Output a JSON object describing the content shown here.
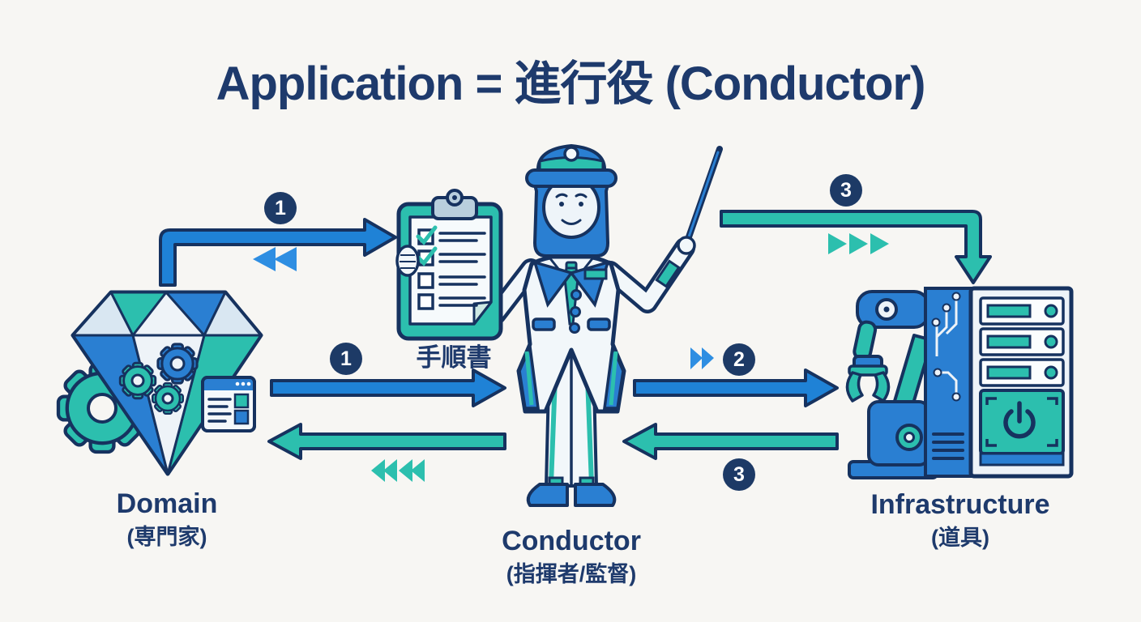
{
  "title": "Application = 進行役 (Conductor)",
  "nodes": {
    "domain": {
      "label": "Domain",
      "sublabel": "(専門家)",
      "icon": "gem-gears-icon"
    },
    "manual": {
      "label": "手順書",
      "icon": "clipboard-checklist-icon"
    },
    "conductor": {
      "label": "Conductor",
      "sublabel": "(指揮者/監督)",
      "icon": "conductor-person-icon"
    },
    "infrastructure": {
      "label": "Infrastructure",
      "sublabel": "(道具)",
      "icon": "robot-arm-server-icon"
    }
  },
  "badges": {
    "step1_top": "1",
    "step1_mid": "1",
    "step2": "2",
    "step3_top": "3",
    "step3_bottom": "3"
  },
  "arrows": [
    {
      "step": "1",
      "from": "domain",
      "to": "manual",
      "color": "#1f82d6",
      "shape": "elbow-up-right",
      "marker": "rewind-double-blue"
    },
    {
      "step": "1",
      "from": "domain",
      "to": "conductor",
      "color": "#1f82d6",
      "shape": "straight-right",
      "marker": ""
    },
    {
      "step": "",
      "from": "conductor",
      "to": "domain",
      "color": "#2cbfae",
      "shape": "straight-left",
      "marker": "rewind-quad-teal"
    },
    {
      "step": "2",
      "from": "conductor",
      "to": "infrastructure",
      "color": "#1f82d6",
      "shape": "straight-right",
      "marker": "fast-forward-double-blue"
    },
    {
      "step": "3",
      "from": "infrastructure",
      "to": "conductor",
      "color": "#2cbfae",
      "shape": "straight-left",
      "marker": ""
    },
    {
      "step": "3",
      "from": "conductor",
      "to": "infrastructure",
      "color": "#2cbfae",
      "shape": "elbow-right-down",
      "marker": "fast-forward-triple-teal"
    }
  ],
  "colors": {
    "background": "#f7f6f3",
    "navy_text": "#1e3a6c",
    "outline": "#16325f",
    "blue": "#2a7fd2",
    "arrow_blue": "#1f82d6",
    "teal": "#2cbfae",
    "badge": "#1d3a66",
    "light": "#eef3f8"
  }
}
